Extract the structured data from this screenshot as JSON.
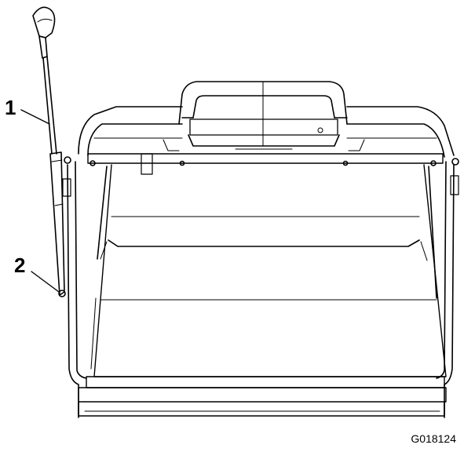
{
  "callouts": [
    {
      "label": "1"
    },
    {
      "label": "2"
    }
  ],
  "figure_id": "G018124",
  "colors": {
    "line": "#000000",
    "background": "#ffffff"
  }
}
